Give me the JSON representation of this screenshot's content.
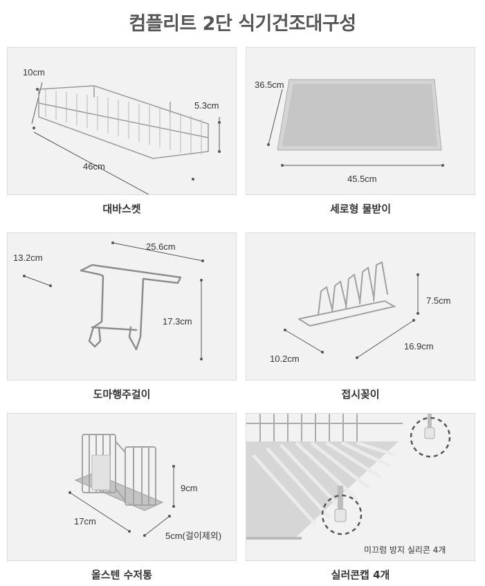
{
  "page_title": "컴플리트 2단 식기건조대구성",
  "items": [
    {
      "caption": "대바스켓",
      "dims": [
        "10cm",
        "5.3cm",
        "46cm"
      ]
    },
    {
      "caption": "세로형 물받이",
      "dims": [
        "36.5cm",
        "45.5cm"
      ]
    },
    {
      "caption": "도마행주걸이",
      "dims": [
        "13.2cm",
        "25.6cm",
        "17.3cm"
      ]
    },
    {
      "caption": "접시꽂이",
      "dims": [
        "7.5cm",
        "10.2cm",
        "16.9cm"
      ]
    },
    {
      "caption": "올스텐 수저통",
      "dims": [
        "9cm",
        "17cm",
        "5cm(걸이제외)"
      ]
    },
    {
      "caption": "실러콘캡 4개",
      "note": "미끄럼 방지 실리콘 4개"
    }
  ],
  "colors": {
    "panel_bg": "#f2f2f2",
    "steel": "#9a9a9a",
    "dashed_circle": "#555555"
  }
}
